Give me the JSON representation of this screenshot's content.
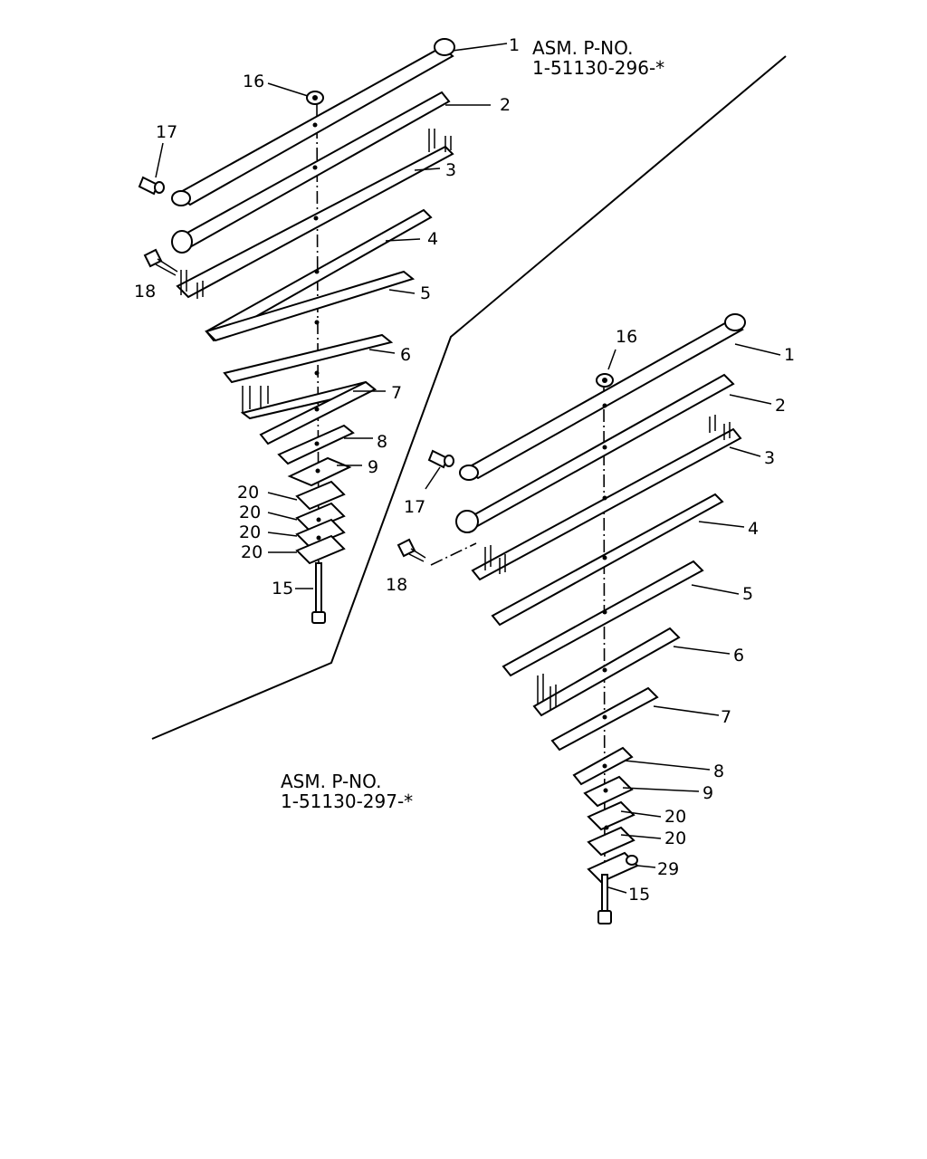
{
  "assembly_top": {
    "line1": "ASM. P-NO.",
    "line2": "1-51130-296-*"
  },
  "assembly_bottom": {
    "line1": "ASM. P-NO.",
    "line2": "1-51130-297-*"
  },
  "callouts_left": {
    "c1": "1",
    "c2": "2",
    "c3": "3",
    "c4": "4",
    "c5": "5",
    "c6": "6",
    "c7": "7",
    "c8": "8",
    "c9": "9",
    "c16": "16",
    "c17": "17",
    "c18": "18",
    "c20a": "20",
    "c20b": "20",
    "c20c": "20",
    "c20d": "20",
    "c15": "15"
  },
  "callouts_right": {
    "c1": "1",
    "c2": "2",
    "c3": "3",
    "c4": "4",
    "c5": "5",
    "c6": "6",
    "c7": "7",
    "c8": "8",
    "c9": "9",
    "c16": "16",
    "c17": "17",
    "c18": "18",
    "c20a": "20",
    "c20b": "20",
    "c29": "29",
    "c15": "15"
  }
}
